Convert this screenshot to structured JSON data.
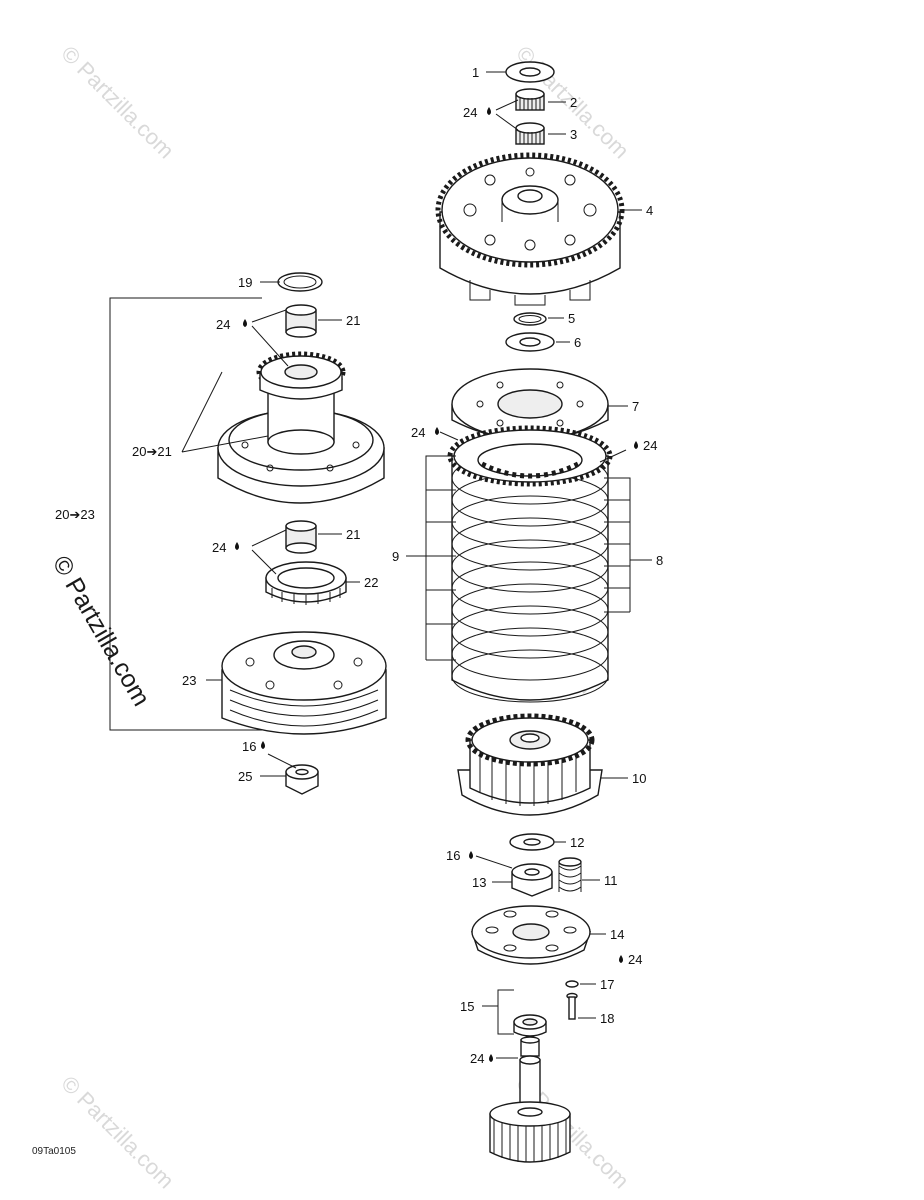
{
  "diagram_code": "09Ta0105",
  "watermark": {
    "text": "© Partzilla.com"
  },
  "callouts": {
    "c1": "1",
    "c2": "2",
    "c3": "3",
    "c4": "4",
    "c5": "5",
    "c6": "6",
    "c7": "7",
    "c8": "8",
    "c9": "9",
    "c10": "10",
    "c11": "11",
    "c12": "12",
    "c13": "13",
    "c14": "14",
    "c15": "15",
    "c17": "17",
    "c18": "18",
    "c19": "19",
    "c21a": "21",
    "c21b": "21",
    "c22": "22",
    "c23": "23",
    "c25": "25",
    "c20_21": "20➔21",
    "c20_23": "20➔23",
    "lube24_a": "24",
    "lube24_b": "24",
    "lube24_c": "24",
    "lube24_d": "24",
    "lube24_e": "24",
    "lube24_f": "24",
    "lube24_g": "24",
    "lube16_a": "16",
    "lube16_b": "16"
  }
}
